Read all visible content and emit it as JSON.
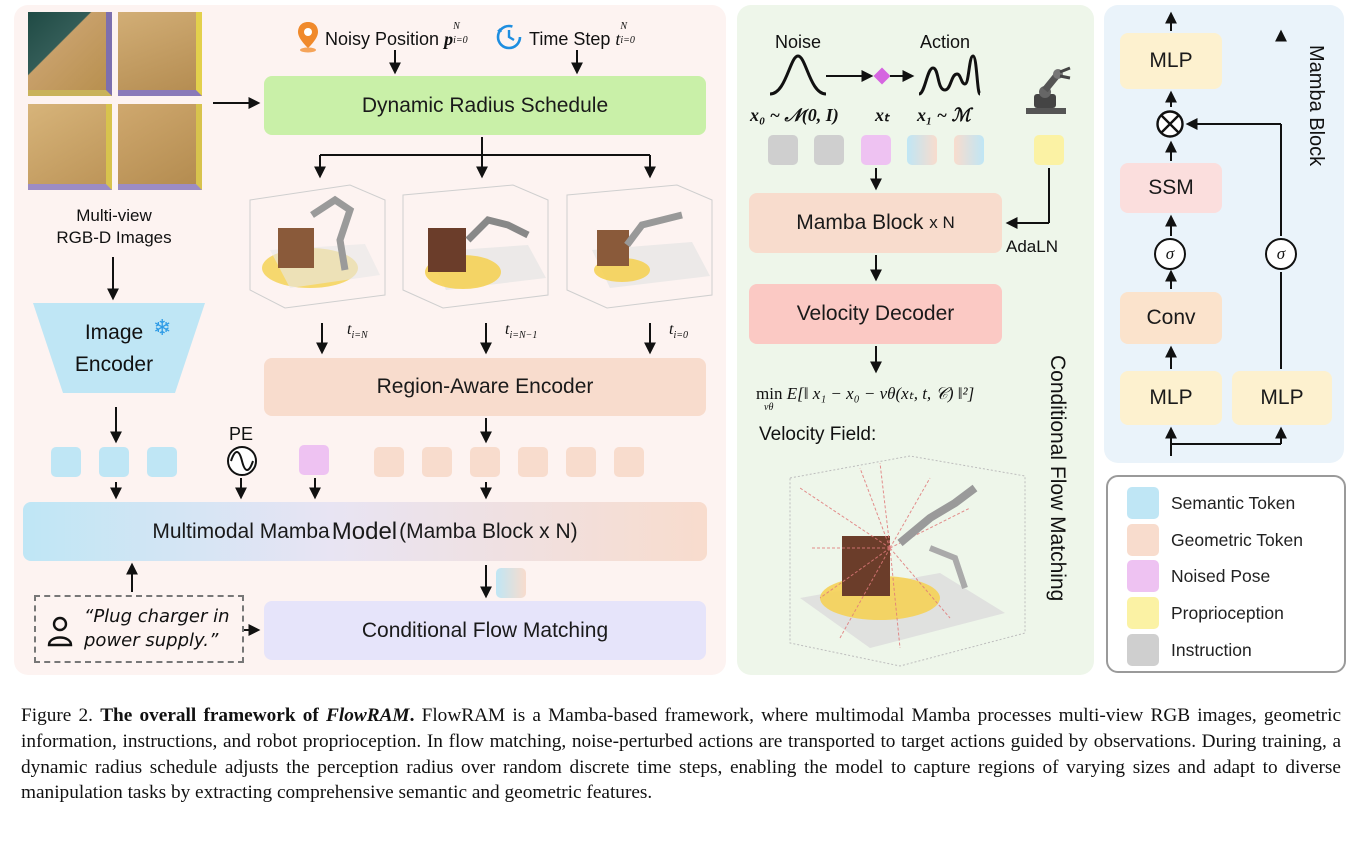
{
  "left_panel": {
    "multiview_label_line1": "Multi-view",
    "multiview_label_line2": "RGB-D Images",
    "noisy_position_label": "Noisy Position",
    "noisy_position_math": "p",
    "noisy_position_sup": "N",
    "noisy_position_sub": "i=0",
    "time_step_label": "Time Step",
    "time_step_math": "t",
    "time_step_sup": "N",
    "time_step_sub": "i=0",
    "dynamic_radius": "Dynamic Radius Schedule",
    "image_encoder_line1": "Image",
    "image_encoder_line2": "Encoder",
    "t_labels": [
      "t",
      "t",
      "t"
    ],
    "t_subs": [
      "i=N",
      "i=N−1",
      "i=0"
    ],
    "region_encoder": "Region-Aware Encoder",
    "pe_label": "PE",
    "multimodal_part1": "Multimodal Mamba ",
    "multimodal_part2": "Model",
    "multimodal_part3": " (Mamba Block x N)",
    "instruction_line1": "“Plug charger in",
    "instruction_line2": "power supply.”",
    "cfm_box": "Conditional Flow Matching"
  },
  "middle_panel": {
    "noise_label": "Noise",
    "action_label": "Action",
    "x0_label": "x₀ ~ 𝒩(0, I)",
    "xt_label": "xₜ",
    "x1_label": "x₁ ~ ℳ",
    "mamba_block": "Mamba Block",
    "mamba_block_suffix": "x N",
    "adaln": "AdaLN",
    "velocity_decoder": "Velocity Decoder",
    "loss_min": "min",
    "loss_sub": "vθ",
    "loss_expr": "E[‖ x₁ − x₀ − vθ(xₜ, t, 𝒞) ‖²]",
    "velocity_field": "Velocity Field:",
    "vertical_title": "Conditional Flow Matching"
  },
  "right_panel": {
    "vertical_title": "Mamba Block",
    "mlp_top": "MLP",
    "ssm": "SSM",
    "conv": "Conv",
    "mlp_left": "MLP",
    "mlp_right": "MLP",
    "sigma": "σ",
    "otimes": "⊗"
  },
  "legend": [
    {
      "label": "Semantic Token",
      "color": "#bfe6f5"
    },
    {
      "label": "Geometric Token",
      "color": "#f8dccd"
    },
    {
      "label": "Noised Pose",
      "color": "#eec2f2"
    },
    {
      "label": "Proprioception",
      "color": "#fbf2a4"
    },
    {
      "label": "Instruction",
      "color": "#cfcfcf"
    }
  ],
  "caption": {
    "prefix": "Figure 2. ",
    "bold_title": "The overall framework of ",
    "bold_italic_name": "FlowRAM",
    "bold_end": ".",
    "body": " FlowRAM is a Mamba-based framework, where multimodal Mamba processes multi-view RGB images, geometric information, instructions, and robot proprioception. In flow matching, noise-perturbed actions are transported to target actions guided by observations. During training, a dynamic radius schedule adjusts the perception radius over random discrete time steps, enabling the model to capture regions of varying sizes and adapt to diverse manipulation tasks by extracting comprehensive semantic and geometric features."
  },
  "colors": {
    "left_panel_bg": "#fdf3f1",
    "middle_panel_bg": "#eef6ea",
    "right_panel_bg": "#eaf3fa",
    "green_box": "#c9f0a8",
    "peach_box": "#f8dccd",
    "red_box": "#fbc9c4",
    "cream_box": "#fdf1cf",
    "lavender_box": "#e6e4fa",
    "semantic": "#bfe6f5",
    "geometric": "#f8dccd",
    "noised": "#eec2f2",
    "proprio": "#fbf2a4",
    "instruction": "#cfcfcf"
  },
  "icons": [
    "location-pin-icon",
    "timer-icon",
    "snowflake-icon",
    "sine-wave-icon",
    "person-icon",
    "robot-arm-icon",
    "multiply-circle-icon",
    "sigma-circle-icon"
  ]
}
